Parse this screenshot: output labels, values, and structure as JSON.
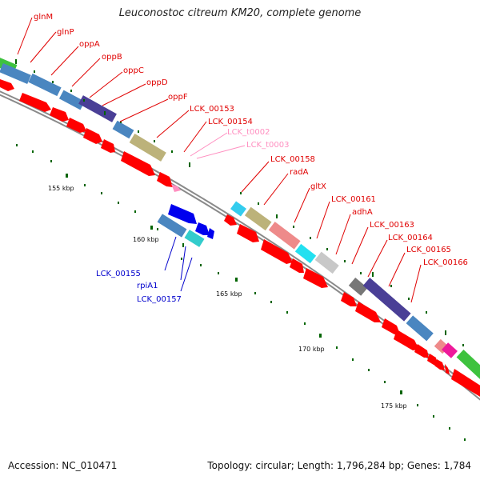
{
  "title": "Leuconostoc citreum KM20, complete genome",
  "footer": {
    "accession": "Accession: NC_010471",
    "summary": "Topology: circular; Length: 1,796,284 bp; Genes: 1,784"
  },
  "colors": {
    "red": "#ff0000",
    "blue": "#0000ee",
    "pink": "#ff8fc0",
    "leader": "#e00000",
    "backbone": "#8a8a8a",
    "tick": "#006400"
  },
  "scale_labels": [
    "155 kbp",
    "160 kbp",
    "165 kbp",
    "170 kbp",
    "175 kbp"
  ],
  "gene_labels_top": [
    "glnM",
    "glnP",
    "oppA",
    "oppB",
    "oppC",
    "oppD",
    "oppF",
    "LCK_00153",
    "LCK_00154",
    "LCK_t0002",
    "LCK_t0003",
    "LCK_00158",
    "radA",
    "gltX",
    "LCK_00161",
    "adhA",
    "LCK_00163",
    "LCK_00164",
    "LCK_00165",
    "LCK_00166"
  ],
  "gene_labels_bottom": [
    "LCK_00155",
    "rpiA1",
    "LCK_00157"
  ]
}
